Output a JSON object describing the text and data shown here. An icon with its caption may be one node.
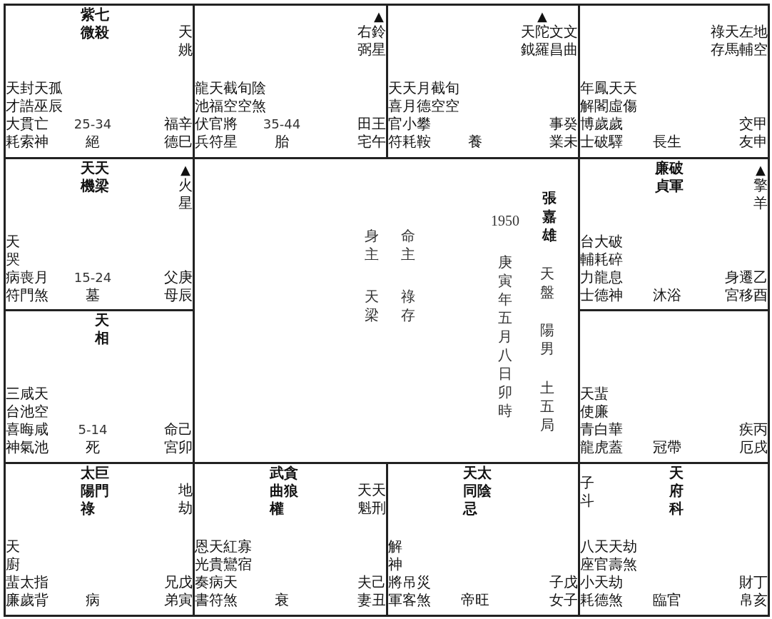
{
  "diagram": {
    "nodes": [
      {
        "text": [
          "紫七微殺",
          "天姚",
          "天封天孤才誥巫辰",
          "大貫亡耗索神",
          "25-34",
          "絕",
          "福辛德巳"
        ]
      },
      {
        "text": [
          "▲",
          "右鈴弼星",
          "龍天截旬陰池福空空煞",
          "伏官將兵符星",
          "35-44",
          "胎",
          "田王宅午"
        ]
      },
      {
        "text": [
          "▲",
          "天陀文文鉞羅昌曲",
          "天天月截旬喜月德空空",
          "官小攀符耗鞍",
          "養",
          "事癸業未"
        ]
      },
      {
        "text": [
          "祿天左地存馬輔空",
          "年鳳天天解閣虛傷",
          "博歲歲士破驛",
          "長生",
          "交甲友申"
        ]
      },
      {
        "text": [
          "天天機梁",
          "▲",
          "火星",
          "天哭",
          "病喪月符門煞",
          "15-24",
          "墓",
          "父庚母辰"
        ]
      },
      {
        "text": [
          "張嘉雄",
          "天盤",
          "陽男",
          "土五局",
          "1950",
          "庚寅年五月八日卯時",
          "命主",
          "祿存",
          "身主",
          "天梁"
        ]
      },
      {
        "text": [
          "廉破貞軍",
          "▲",
          "擎羊",
          "台大破輔耗碎",
          "力龍息士德神",
          "沐浴",
          "身遷乙宮移酉"
        ]
      },
      {
        "text": [
          "天相",
          "三咸天台池空",
          "喜晦咸神氣池",
          "5-14",
          "死",
          "命己宮卯"
        ]
      },
      {
        "text": [
          "天蜚使廉",
          "青白華龍虎蓋",
          "冠帶",
          "疾丙厄戌"
        ]
      },
      {
        "text": [
          "太巨陽門祿",
          "地劫",
          "天廚",
          "蜚太指廉歲背",
          "病",
          "兄戊弟寅"
        ]
      },
      {
        "text": [
          "武貪曲狼權",
          "天天魁刑",
          "恩天紅寡光貴鸞宿",
          "奏病天書符煞",
          "衰",
          "夫己妻丑"
        ]
      },
      {
        "text": [
          "天太同陰忌",
          "解神",
          "將吊災軍客煞",
          "帝旺",
          "子戊女子"
        ]
      },
      {
        "text": [
          "天府科",
          "子斗",
          "八天天劫座官壽煞",
          "小天劫耗德煞",
          "臨官",
          "財丁帛亥"
        ]
      }
    ]
  }
}
